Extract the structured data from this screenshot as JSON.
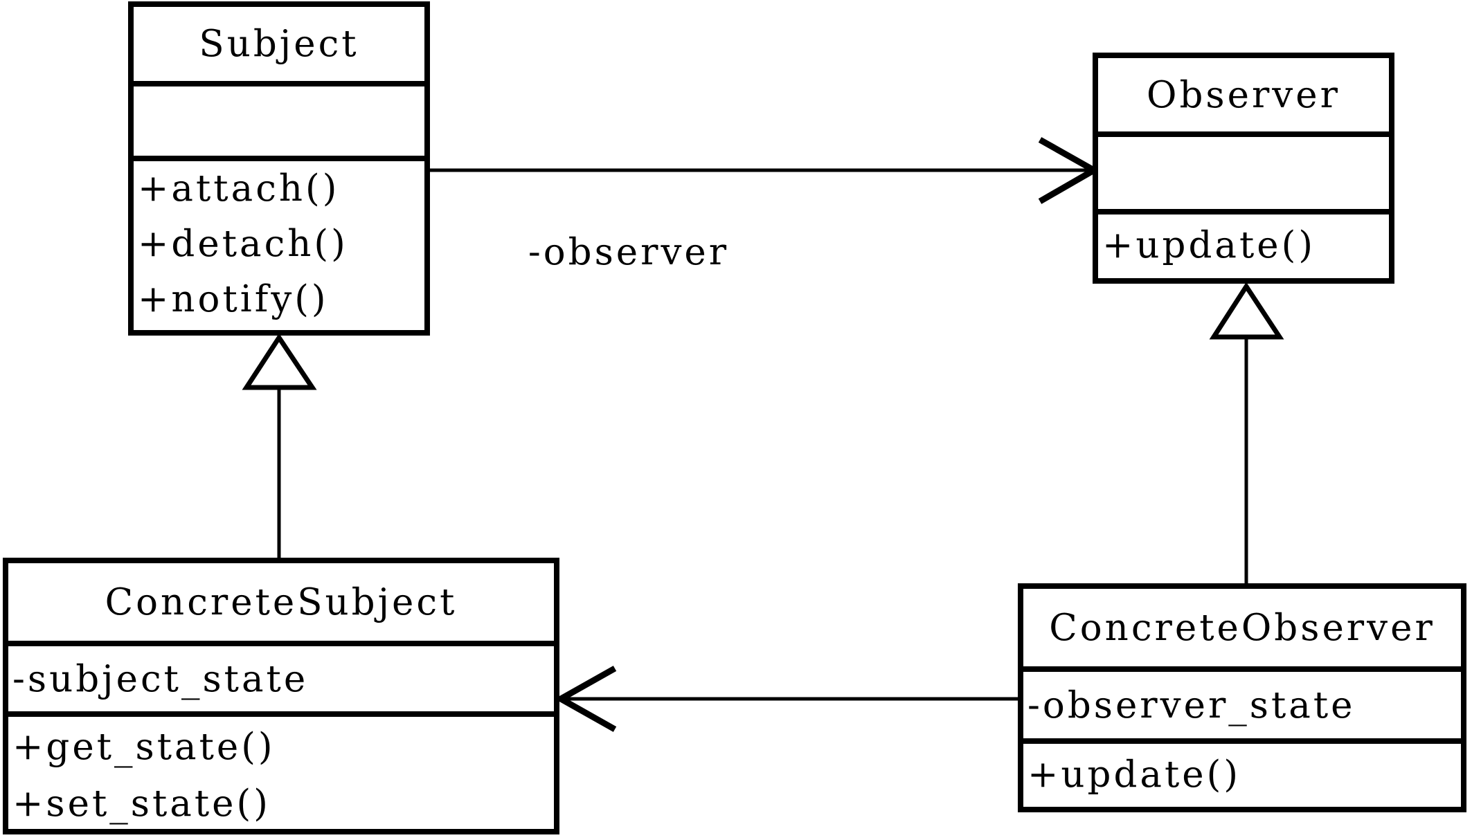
{
  "colors": {
    "ink": "#000000",
    "background": "#ffffff"
  },
  "classes": {
    "subject": {
      "name": "Subject",
      "attributes": [],
      "methods": [
        "+attach()",
        "+detach()",
        "+notify()"
      ]
    },
    "observer": {
      "name": "Observer",
      "attributes": [],
      "methods": [
        "+update()"
      ]
    },
    "concrete_subject": {
      "name": "ConcreteSubject",
      "attributes": [
        "-subject_state"
      ],
      "methods": [
        "+get_state()",
        "+set_state()"
      ]
    },
    "concrete_observer": {
      "name": "ConcreteObserver",
      "attributes": [
        "-observer_state"
      ],
      "methods": [
        "+update()"
      ]
    }
  },
  "relationships": {
    "subject_to_observer": {
      "type": "association",
      "arrow": "open",
      "label": "-observer"
    },
    "concrete_subject_to_subject": {
      "type": "generalization",
      "arrow": "hollow-triangle"
    },
    "concrete_observer_to_observer": {
      "type": "generalization",
      "arrow": "hollow-triangle"
    },
    "concrete_observer_to_concrete_subject": {
      "type": "association",
      "arrow": "open"
    }
  }
}
